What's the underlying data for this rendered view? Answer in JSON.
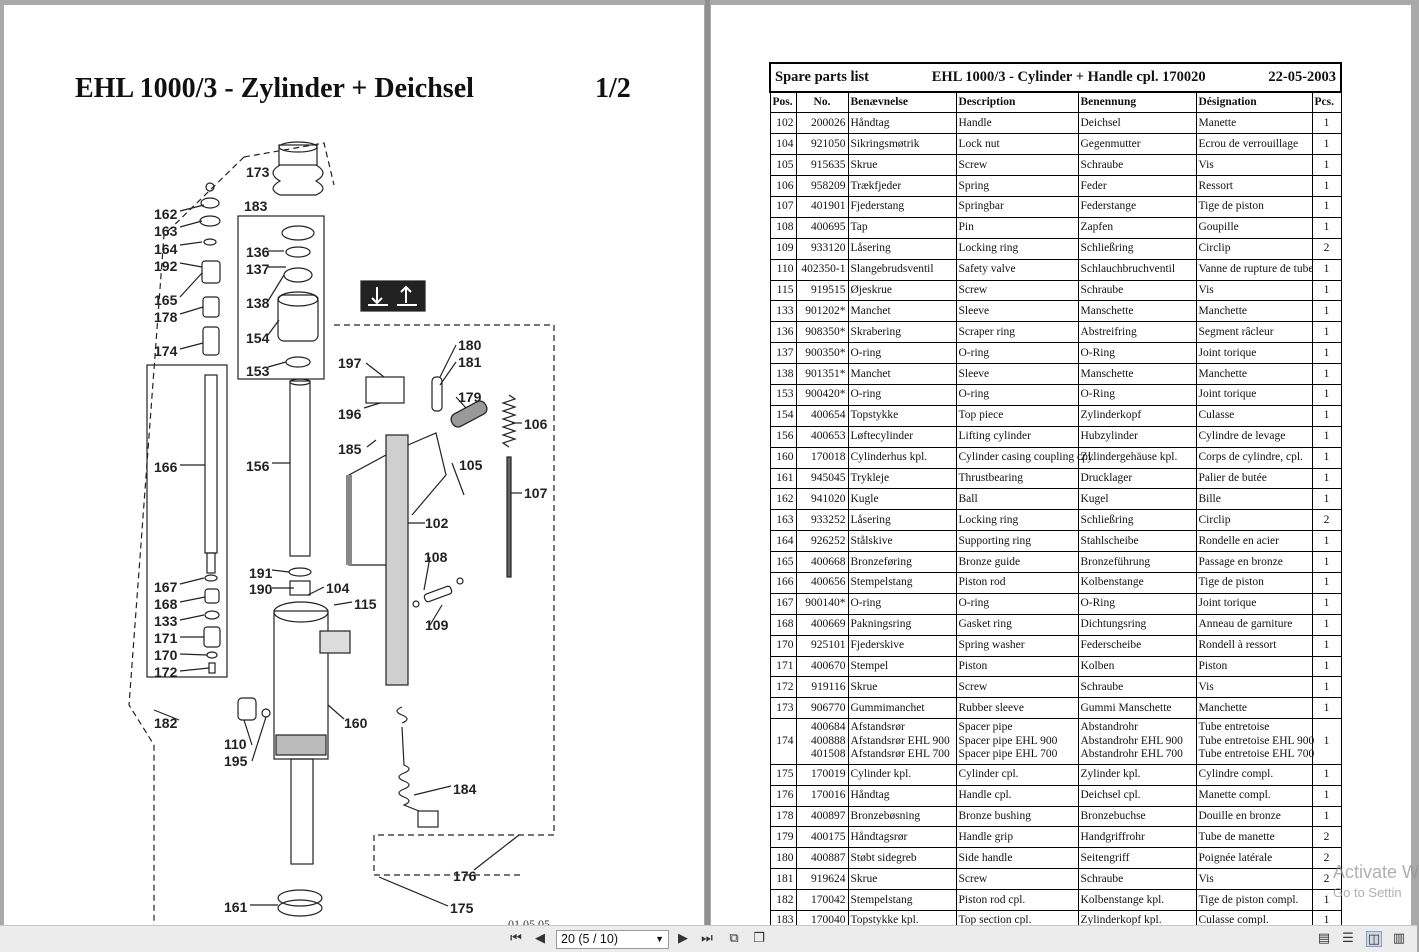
{
  "left_page": {
    "title": "EHL 1000/3 - Zylinder + Deichsel",
    "page_fraction": "1/2",
    "bottom_number": "01.05.05",
    "callouts": [
      "173",
      "183",
      "162",
      "163",
      "164",
      "192",
      "136",
      "137",
      "165",
      "178",
      "138",
      "154",
      "174",
      "153",
      "180",
      "181",
      "197",
      "179",
      "196",
      "106",
      "166",
      "156",
      "185",
      "105",
      "107",
      "102",
      "108",
      "191",
      "167",
      "190",
      "104",
      "168",
      "115",
      "133",
      "109",
      "171",
      "170",
      "172",
      "182",
      "160",
      "110",
      "195",
      "184",
      "176",
      "161",
      "175"
    ]
  },
  "parts_table": {
    "title": "Spare parts list",
    "subtitle": "EHL 1000/3 - Cylinder + Handle cpl. 170020",
    "date": "22-05-2003",
    "headers": [
      "Pos.",
      "No.",
      "Benævnelse",
      "Description",
      "Benennung",
      "Désignation",
      "Pcs."
    ],
    "rows": [
      {
        "pos": "102",
        "no": "200026",
        "da": "Håndtag",
        "en": "Handle",
        "de": "Deichsel",
        "fr": "Manette",
        "pcs": "1"
      },
      {
        "pos": "104",
        "no": "921050",
        "da": "Sikringsmøtrik",
        "en": "Lock nut",
        "de": "Gegenmutter",
        "fr": "Ecrou de verrouillage",
        "pcs": "1"
      },
      {
        "pos": "105",
        "no": "915635",
        "da": "Skrue",
        "en": "Screw",
        "de": "Schraube",
        "fr": "Vis",
        "pcs": "1"
      },
      {
        "pos": "106",
        "no": "958209",
        "da": "Trækfjeder",
        "en": "Spring",
        "de": "Feder",
        "fr": "Ressort",
        "pcs": "1"
      },
      {
        "pos": "107",
        "no": "401901",
        "da": "Fjederstang",
        "en": "Springbar",
        "de": "Federstange",
        "fr": "Tige de piston",
        "pcs": "1"
      },
      {
        "pos": "108",
        "no": "400695",
        "da": "Tap",
        "en": "Pin",
        "de": "Zapfen",
        "fr": "Goupille",
        "pcs": "1"
      },
      {
        "pos": "109",
        "no": "933120",
        "da": "Låsering",
        "en": "Locking ring",
        "de": "Schließring",
        "fr": "Circlip",
        "pcs": "2"
      },
      {
        "pos": "110",
        "no": "402350-1",
        "da": "Slangebrudsventil",
        "en": "Safety valve",
        "de": "Schlauchbruchventil",
        "fr": "Vanne de rupture de tube",
        "pcs": "1"
      },
      {
        "pos": "115",
        "no": "919515",
        "da": "Øjeskrue",
        "en": "Screw",
        "de": "Schraube",
        "fr": "Vis",
        "pcs": "1"
      },
      {
        "pos": "133",
        "no": "901202*",
        "da": "Manchet",
        "en": "Sleeve",
        "de": "Manschette",
        "fr": "Manchette",
        "pcs": "1"
      },
      {
        "pos": "136",
        "no": "908350*",
        "da": "Skrabering",
        "en": "Scraper ring",
        "de": "Abstreifring",
        "fr": "Segment râcleur",
        "pcs": "1"
      },
      {
        "pos": "137",
        "no": "900350*",
        "da": "O-ring",
        "en": "O-ring",
        "de": "O-Ring",
        "fr": "Joint torique",
        "pcs": "1"
      },
      {
        "pos": "138",
        "no": "901351*",
        "da": "Manchet",
        "en": "Sleeve",
        "de": "Manschette",
        "fr": "Manchette",
        "pcs": "1"
      },
      {
        "pos": "153",
        "no": "900420*",
        "da": "O-ring",
        "en": "O-ring",
        "de": "O-Ring",
        "fr": "Joint torique",
        "pcs": "1"
      },
      {
        "pos": "154",
        "no": "400654",
        "da": "Topstykke",
        "en": "Top piece",
        "de": "Zylinderkopf",
        "fr": "Culasse",
        "pcs": "1"
      },
      {
        "pos": "156",
        "no": "400653",
        "da": "Løftecylinder",
        "en": "Lifting cylinder",
        "de": "Hubzylinder",
        "fr": "Cylindre de levage",
        "pcs": "1"
      },
      {
        "pos": "160",
        "no": "170018",
        "da": "Cylinderhus kpl.",
        "en": "Cylinder casing coupling cpl.",
        "de": "Zylindergehäuse kpl.",
        "fr": "Corps de cylindre, cpl.",
        "pcs": "1"
      },
      {
        "pos": "161",
        "no": "945045",
        "da": "Trykleje",
        "en": "Thrustbearing",
        "de": "Drucklager",
        "fr": "Palier de butée",
        "pcs": "1"
      },
      {
        "pos": "162",
        "no": "941020",
        "da": "Kugle",
        "en": "Ball",
        "de": "Kugel",
        "fr": "Bille",
        "pcs": "1"
      },
      {
        "pos": "163",
        "no": "933252",
        "da": "Låsering",
        "en": "Locking ring",
        "de": "Schließring",
        "fr": "Circlip",
        "pcs": "2"
      },
      {
        "pos": "164",
        "no": "926252",
        "da": "Stålskive",
        "en": "Supporting ring",
        "de": "Stahlscheibe",
        "fr": "Rondelle en acier",
        "pcs": "1"
      },
      {
        "pos": "165",
        "no": "400668",
        "da": "Bronzeføring",
        "en": "Bronze guide",
        "de": "Bronzeführung",
        "fr": "Passage en bronze",
        "pcs": "1"
      },
      {
        "pos": "166",
        "no": "400656",
        "da": "Stempelstang",
        "en": "Piston rod",
        "de": "Kolbenstange",
        "fr": "Tige de piston",
        "pcs": "1"
      },
      {
        "pos": "167",
        "no": "900140*",
        "da": "O-ring",
        "en": "O-ring",
        "de": "O-Ring",
        "fr": "Joint torique",
        "pcs": "1"
      },
      {
        "pos": "168",
        "no": "400669",
        "da": "Pakningsring",
        "en": "Gasket ring",
        "de": "Dichtungsring",
        "fr": "Anneau de garniture",
        "pcs": "1"
      },
      {
        "pos": "170",
        "no": "925101",
        "da": "Fjederskive",
        "en": "Spring washer",
        "de": "Federscheibe",
        "fr": "Rondell à ressort",
        "pcs": "1"
      },
      {
        "pos": "171",
        "no": "400670",
        "da": "Stempel",
        "en": "Piston",
        "de": "Kolben",
        "fr": "Piston",
        "pcs": "1"
      },
      {
        "pos": "172",
        "no": "919116",
        "da": "Skrue",
        "en": "Screw",
        "de": "Schraube",
        "fr": "Vis",
        "pcs": "1"
      },
      {
        "pos": "173",
        "no": "906770",
        "da": "Gummimanchet",
        "en": "Rubber sleeve",
        "de": "Gummi Manschette",
        "fr": "Manchette",
        "pcs": "1"
      },
      {
        "pos": "174",
        "multi": true,
        "no": [
          "400684",
          "400888",
          "401508"
        ],
        "da": [
          "Afstandsrør",
          "Afstandsrør EHL 900",
          "Afstandsrør EHL 700"
        ],
        "en": [
          "Spacer pipe",
          "Spacer pipe EHL 900",
          "Spacer pipe EHL 700"
        ],
        "de": [
          "Abstandrohr",
          "Abstandrohr EHL 900",
          "Abstandrohr EHL 700"
        ],
        "fr": [
          "Tube entretoise",
          "Tube entretoise EHL 900",
          "Tube entretoise EHL 700"
        ],
        "pcs": "1"
      },
      {
        "pos": "175",
        "no": "170019",
        "da": "Cylinder kpl.",
        "en": "Cylinder cpl.",
        "de": "Zylinder kpl.",
        "fr": "Cylindre compl.",
        "pcs": "1"
      },
      {
        "pos": "176",
        "no": "170016",
        "da": "Håndtag",
        "en": "Handle cpl.",
        "de": "Deichsel cpl.",
        "fr": "Manette compl.",
        "pcs": "1"
      },
      {
        "pos": "178",
        "no": "400897",
        "da": "Bronzebøsning",
        "en": "Bronze bushing",
        "de": "Bronzebuchse",
        "fr": "Douille en bronze",
        "pcs": "1"
      },
      {
        "pos": "179",
        "no": "400175",
        "da": "Håndtagsrør",
        "en": "Handle grip",
        "de": "Handgriffrohr",
        "fr": "Tube de manette",
        "pcs": "2"
      },
      {
        "pos": "180",
        "no": "400887",
        "da": "Støbt sidegreb",
        "en": "Side handle",
        "de": "Seitengriff",
        "fr": "Poignée latérale",
        "pcs": "2"
      },
      {
        "pos": "181",
        "no": "919624",
        "da": "Skrue",
        "en": "Screw",
        "de": "Schraube",
        "fr": "Vis",
        "pcs": "2"
      },
      {
        "pos": "182",
        "no": "170042",
        "da": "Stempelstang",
        "en": "Piston rod cpl.",
        "de": "Kolbenstange kpl.",
        "fr": "Tige de piston compl.",
        "pcs": "1"
      },
      {
        "pos": "183",
        "no": "170040",
        "da": "Topstykke kpl.",
        "en": "Top section cpl.",
        "de": "Zylinderkopf kpl.",
        "fr": "Culasse compl.",
        "pcs": "1"
      }
    ]
  },
  "watermark": {
    "line1": "Activate W",
    "line2": "Go to Settin"
  },
  "toolbar": {
    "page_select_value": "20 (5 / 10)",
    "icons": [
      "first-page-icon",
      "prev-page-icon",
      "next-page-icon",
      "last-page-icon",
      "copy-icon",
      "compare-icon",
      "single-page-icon",
      "continuous-page-icon",
      "two-page-icon",
      "two-page-continuous-icon"
    ]
  },
  "colors": {
    "viewer_bg": "#a9a9a9",
    "page_bg": "#ffffff",
    "toolbar_bg": "#ececec"
  }
}
